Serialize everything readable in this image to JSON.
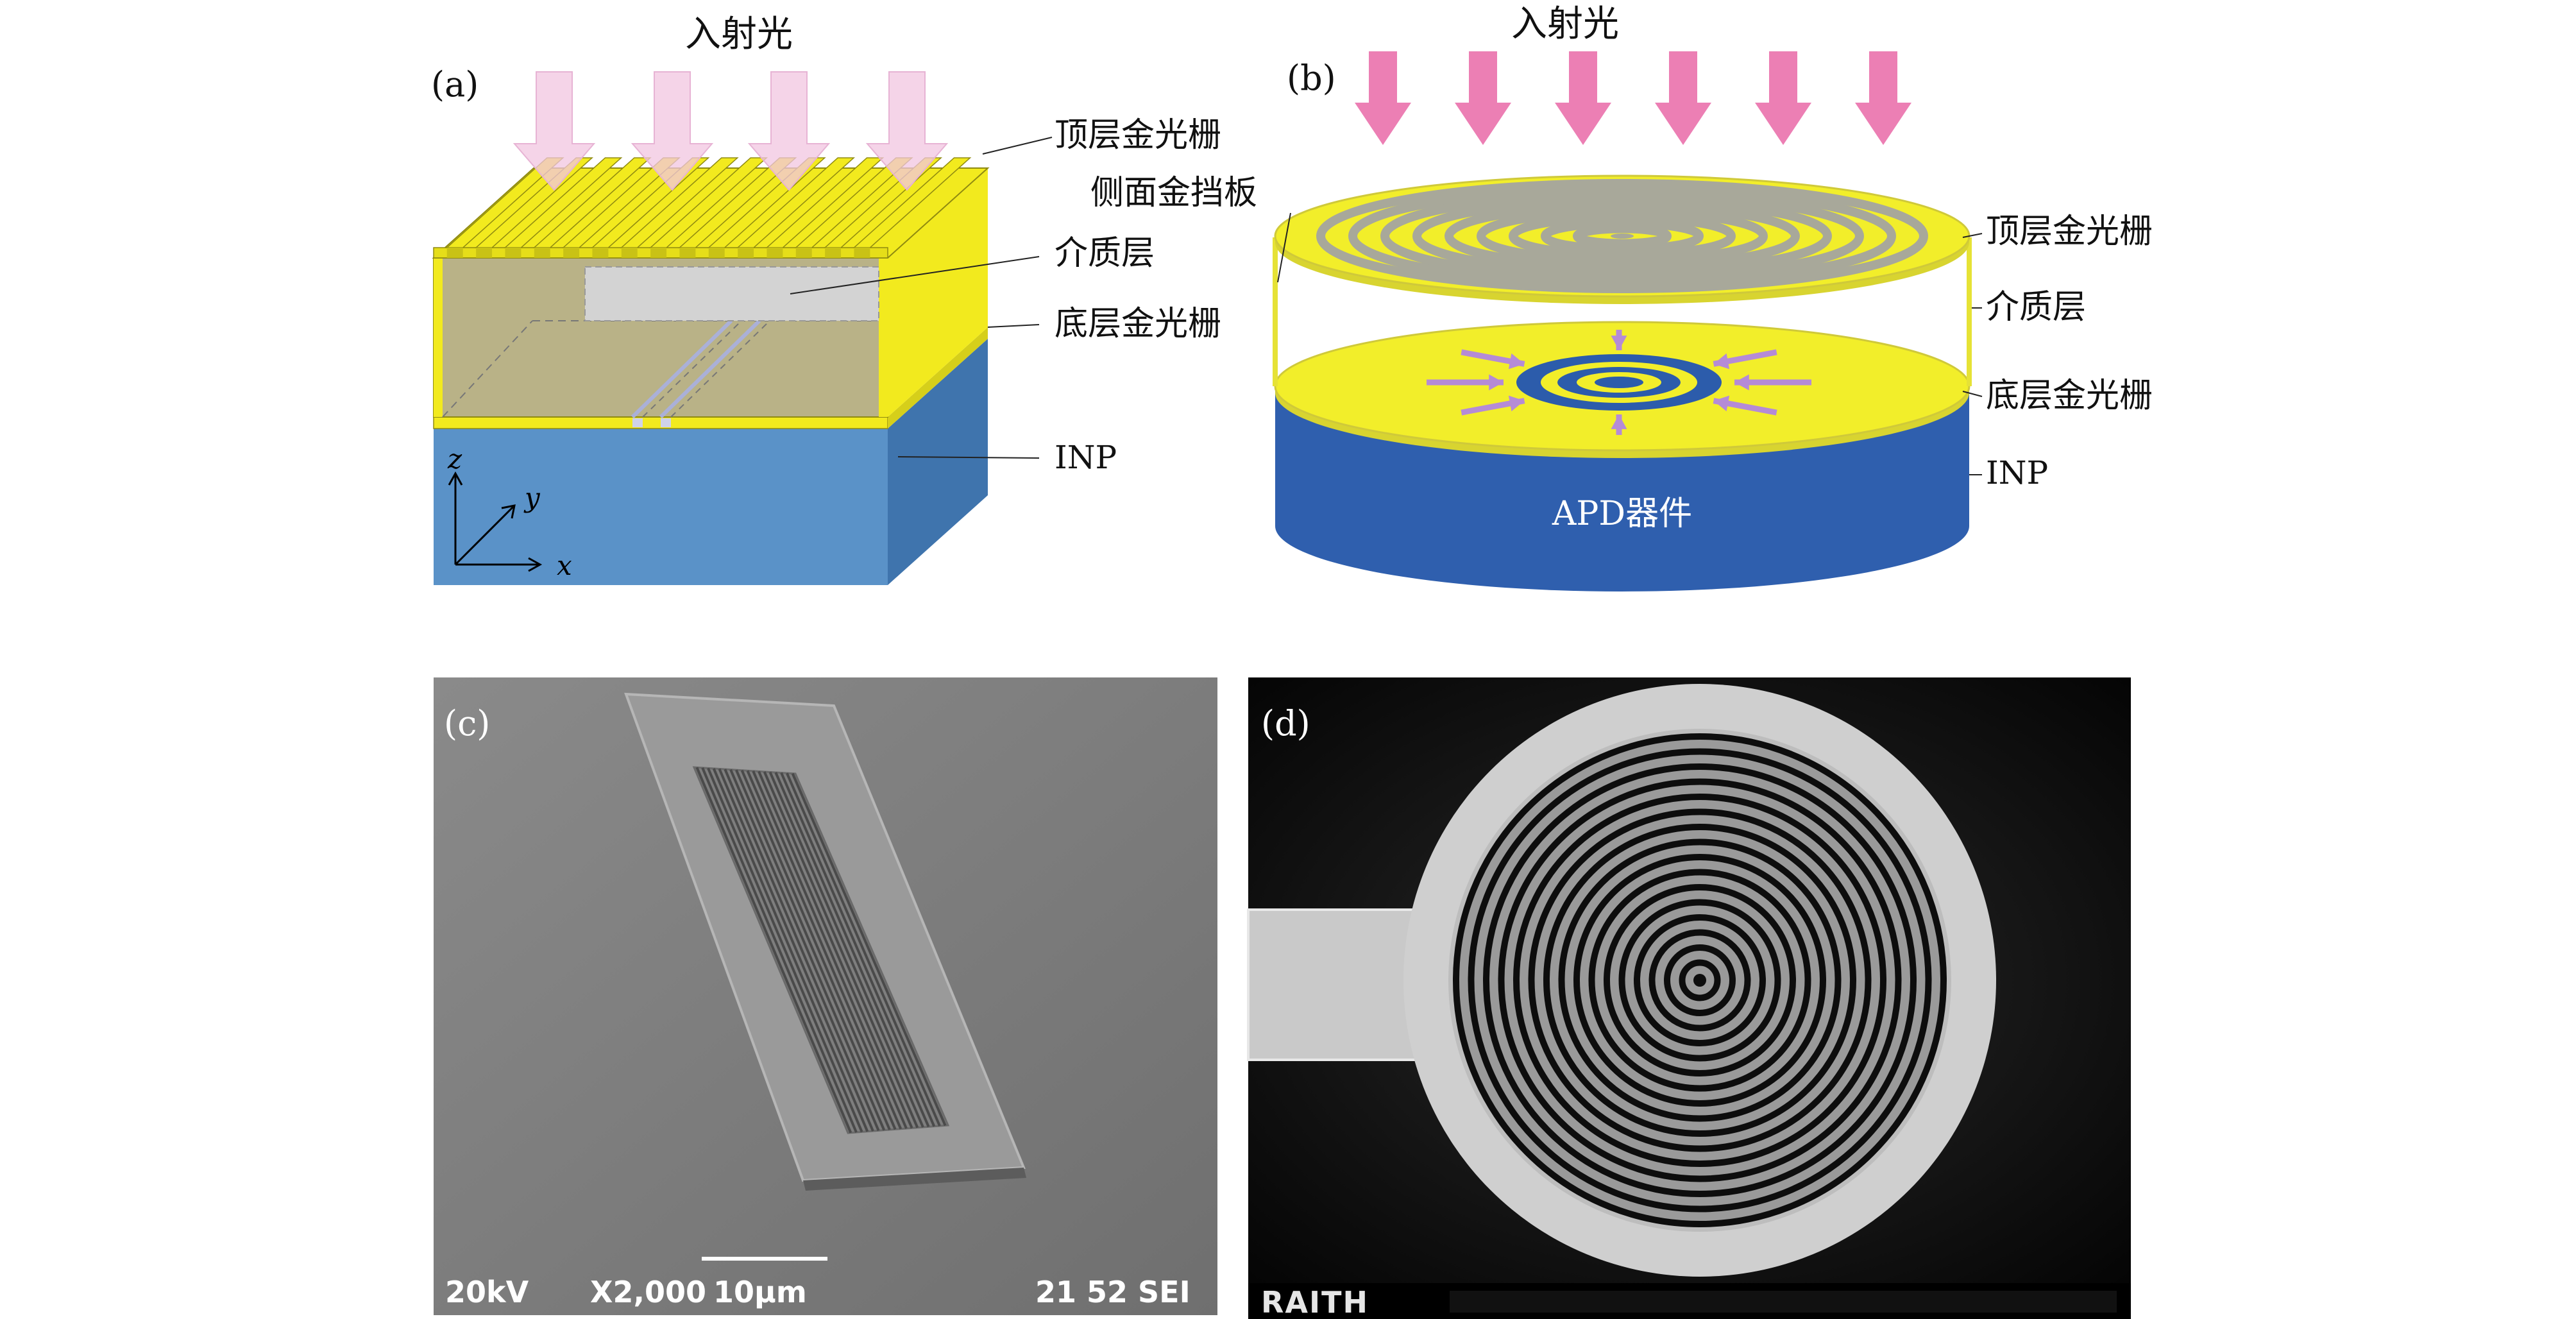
{
  "panel_a": {
    "label": "(a)",
    "incident_light": "入射光",
    "callouts": {
      "top_grating": "顶层金光栅",
      "dielectric": "介质层",
      "bottom_grating": "底层金光栅",
      "substrate": "INP"
    },
    "axes": {
      "z": "z",
      "y": "y",
      "x": "x"
    },
    "colors": {
      "gold": "#f2ea1e",
      "gold_dark": "#c9c215",
      "dielectric": "#b9b287",
      "inp": "#5a92c8",
      "inp_side": "#3f74ad",
      "arrow": "#f1c6e0"
    },
    "top_bars": 15,
    "arrows": 4
  },
  "panel_b": {
    "label": "(b)",
    "incident_light": "入射光",
    "callouts": {
      "side_baffle": "侧面金挡板",
      "top_grating": "顶层金光栅",
      "dielectric": "介质层",
      "bottom_grating": "底层金光栅",
      "substrate": "INP"
    },
    "device_label": "APD器件",
    "colors": {
      "gold": "#f2ee2a",
      "ring_gray": "#a8a89a",
      "inp": "#2f5fae",
      "arrow": "#ec7fb4",
      "inner_arrow": "#b58bd6",
      "ring_blue": "#2c5cab"
    },
    "arrows": 6,
    "top_rings": 9
  },
  "panel_c": {
    "label": "(c)",
    "sem_footer": {
      "voltage": "20kV",
      "magnification": "X2,000",
      "scale": "10μm",
      "info": "21 52 SEI"
    },
    "grating_lines": 18
  },
  "panel_d": {
    "label": "(d)",
    "brand": "RAITH",
    "rings": 16
  }
}
